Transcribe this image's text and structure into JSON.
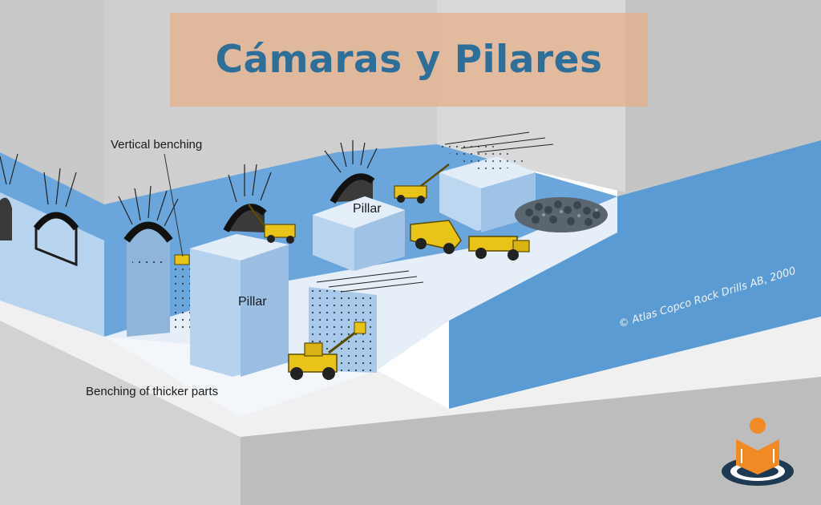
{
  "title": "Cámaras y Pilares",
  "labels": {
    "vertical_benching": "Vertical benching",
    "pillar_center": "Pillar",
    "pillar_front": "Pillar",
    "benching_thicker": "Benching of thicker parts"
  },
  "copyright": "© Atlas Copco Rock Drills AB, 2000",
  "colors": {
    "title_color": "#2e6f99",
    "title_box": "#e4b18c",
    "wall_blue": "#5a9bd3",
    "rock_face": "#bcd6ee",
    "floor": "#e9eff6",
    "grey_rock": "#c8c8c8",
    "machine_yellow": "#e8c419",
    "logo_orange": "#f08a24",
    "logo_navy": "#1d3a52"
  },
  "icons": [
    "drill-rig-icon",
    "loader-icon",
    "ore-pile-icon",
    "logo-icon"
  ]
}
